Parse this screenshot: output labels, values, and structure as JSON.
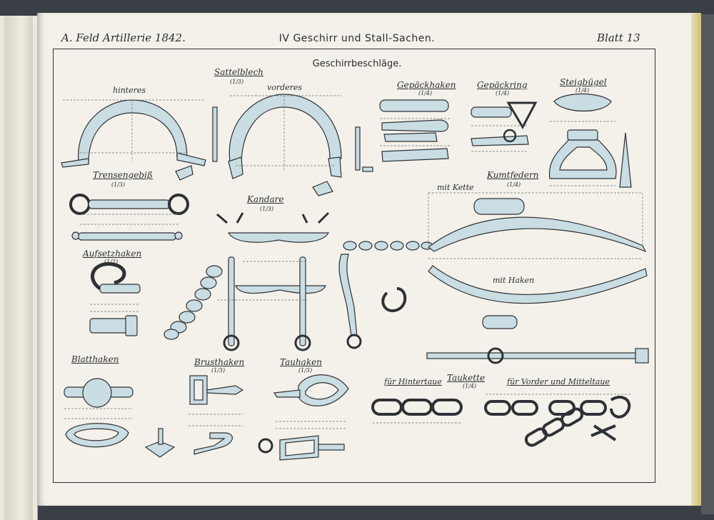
{
  "header": {
    "left": "A. Feld Artillerie 1842.",
    "center": "IV Geschirr und Stall-Sachen.",
    "right": "Blatt 13"
  },
  "title": "Geschirrbeschläge.",
  "labels": {
    "sattelblech": "Sattelblech",
    "sattelblech_scale": "(1/3)",
    "hinteres": "hinteres",
    "vorderes": "vorderes",
    "gepaeckhaken": "Gepäckhaken",
    "gepaeckhaken_scale": "(1/4)",
    "gepaeckring": "Gepäckring",
    "gepaeckring_scale": "(1/4)",
    "steigbuegel": "Steigbügel",
    "steigbuegel_scale": "(1/4)",
    "trensengebiss": "Trensengebiß",
    "trensengebiss_scale": "(1/3)",
    "kandare": "Kandare",
    "kandare_scale": "(1/3)",
    "kumtfedern": "Kumtfedern",
    "kumtfedern_scale": "(1/4)",
    "mit_kette": "mit Kette",
    "mit_haken": "mit Haken",
    "aufsetzhaken": "Aufsetzhaken",
    "aufsetzhaken_scale": "(1/2)",
    "blatthaken": "Blatthaken",
    "brusthaken": "Brusthaken",
    "brusthaken_scale": "(1/3)",
    "tauhaken": "Tauhaken",
    "tauhaken_scale": "(1/3)",
    "taukette": "Taukette",
    "taukette_scale": "(1/4)",
    "fuer_hintertaue": "für Hintertaue",
    "fuer_vorder_mitteltaue": "für Vorder und Mitteltaue"
  },
  "colors": {
    "metal_fill": "#c9dde3",
    "ink": "#2e3135",
    "dim_line": "#6b6f73"
  }
}
